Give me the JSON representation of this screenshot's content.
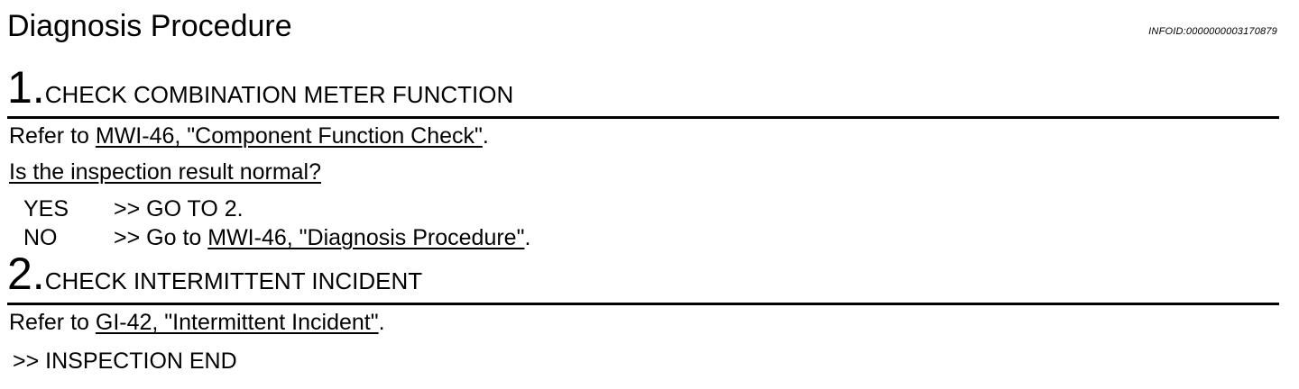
{
  "header": {
    "title": "Diagnosis Procedure",
    "infoid": "INFOID:0000000003170879"
  },
  "steps": [
    {
      "number": "1.",
      "title": "CHECK COMBINATION METER FUNCTION",
      "refer_prefix": "Refer to ",
      "refer_link": "MWI-46, \"Component Function Check\"",
      "refer_suffix": ".",
      "question": "Is the inspection result normal?",
      "answers": [
        {
          "label": "YES",
          "text": ">> GO TO 2.",
          "link": "",
          "suffix": ""
        },
        {
          "label": "NO",
          "text": ">> Go to ",
          "link": "MWI-46, \"Diagnosis  Procedure\"",
          "suffix": "."
        }
      ]
    },
    {
      "number": "2.",
      "title": "CHECK INTERMITTENT INCIDENT",
      "refer_prefix": "Refer to ",
      "refer_link": "GI-42, \"Intermittent Incident\"",
      "refer_suffix": ".",
      "end_text": ">> INSPECTION END"
    }
  ]
}
